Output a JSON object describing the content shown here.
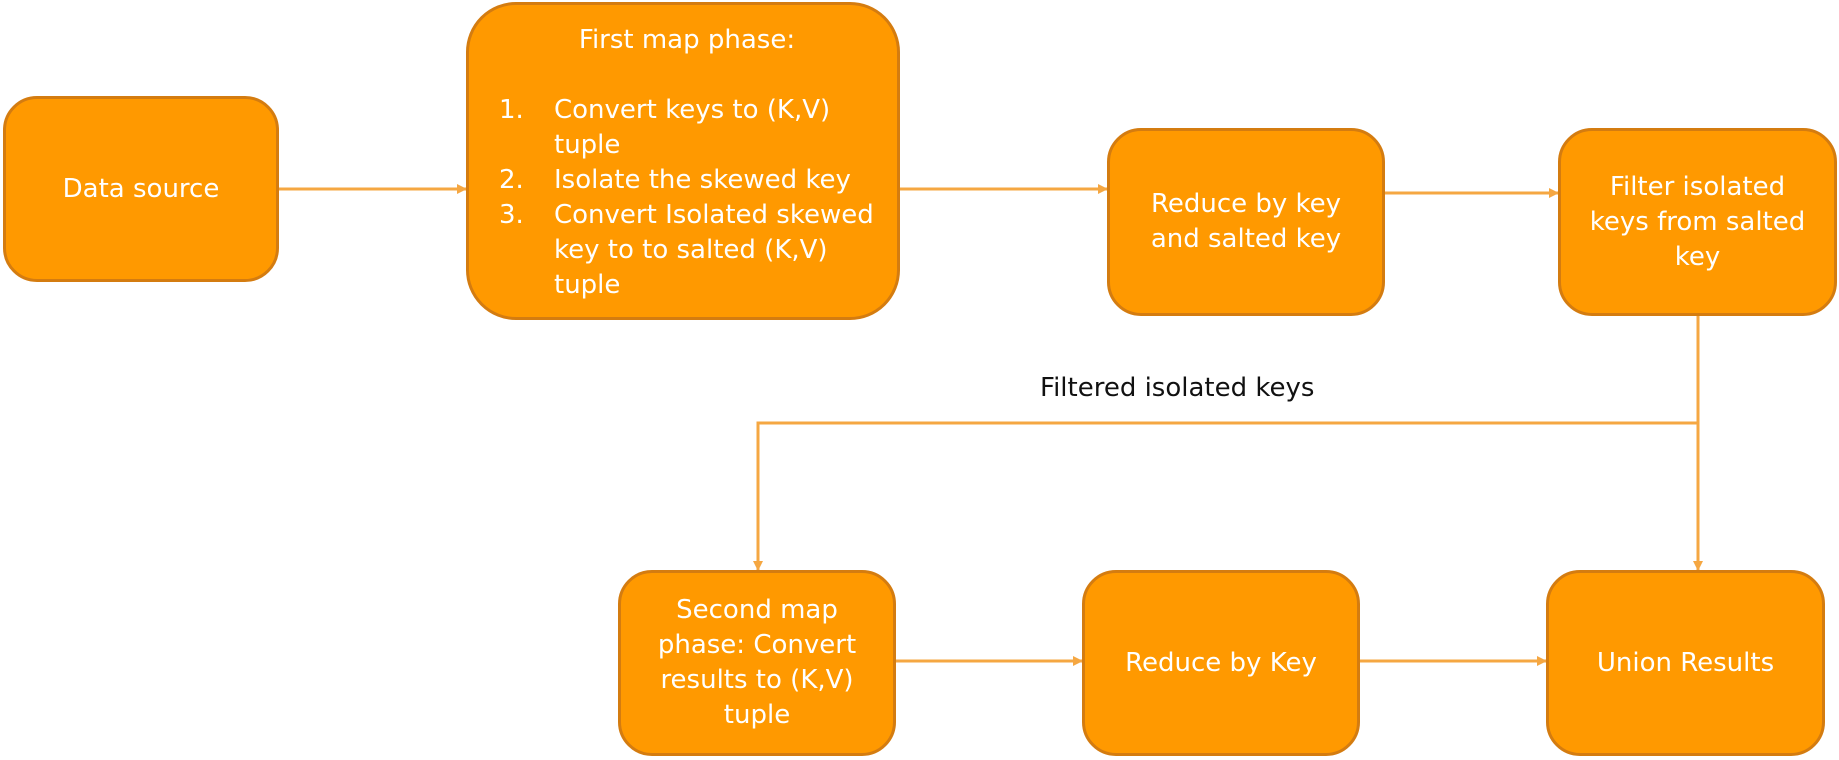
{
  "colors": {
    "box_fill": "#ff9900",
    "box_border": "#d47c10",
    "arrow": "#f5a742",
    "box_text": "#ffffff",
    "label_text": "#111111"
  },
  "nodes": {
    "data_source": {
      "label": "Data source"
    },
    "first_map": {
      "title": "First map phase:",
      "steps": [
        {
          "num": "1.",
          "text": "Convert keys to (K,V) tuple"
        },
        {
          "num": "2.",
          "text": "Isolate the skewed key"
        },
        {
          "num": "3.",
          "text": "Convert Isolated skewed key to to salted (K,V) tuple"
        }
      ]
    },
    "reduce_salted": {
      "label": "Reduce by key and salted key"
    },
    "filter_isolated": {
      "label": "Filter isolated keys from salted key"
    },
    "second_map": {
      "label": "Second map phase: Convert results to (K,V) tuple"
    },
    "reduce_by_key": {
      "label": "Reduce by Key"
    },
    "union_results": {
      "label": "Union Results"
    }
  },
  "edge_labels": {
    "filtered_isolated_keys": "Filtered isolated keys"
  }
}
